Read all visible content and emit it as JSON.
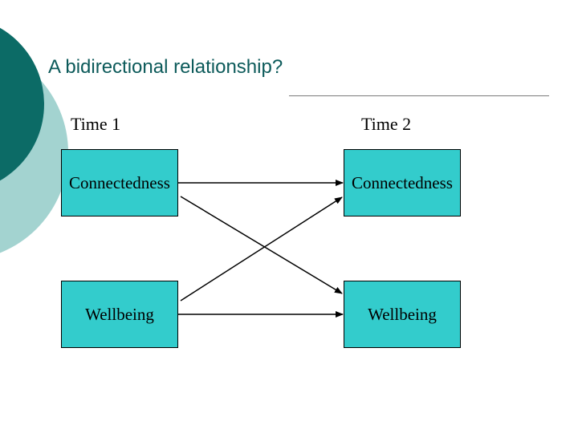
{
  "slide": {
    "title": "A bidirectional relationship?"
  },
  "diagram": {
    "time_labels": [
      "Time 1",
      "Time 2"
    ],
    "boxes": {
      "connectedness_t1": "Connectedness",
      "connectedness_t2": "Connectedness",
      "wellbeing_t1": "Wellbeing",
      "wellbeing_t2": "Wellbeing"
    },
    "edges": [
      {
        "from": "connectedness_t1",
        "to": "connectedness_t2"
      },
      {
        "from": "wellbeing_t1",
        "to": "wellbeing_t2"
      },
      {
        "from": "connectedness_t1",
        "to": "wellbeing_t2"
      },
      {
        "from": "wellbeing_t1",
        "to": "connectedness_t2"
      }
    ],
    "colors": {
      "box_fill": "#33cccc",
      "title": "#0c5a5a",
      "deco_dark": "#0c6b66",
      "deco_light": "#a3d3d0"
    }
  }
}
